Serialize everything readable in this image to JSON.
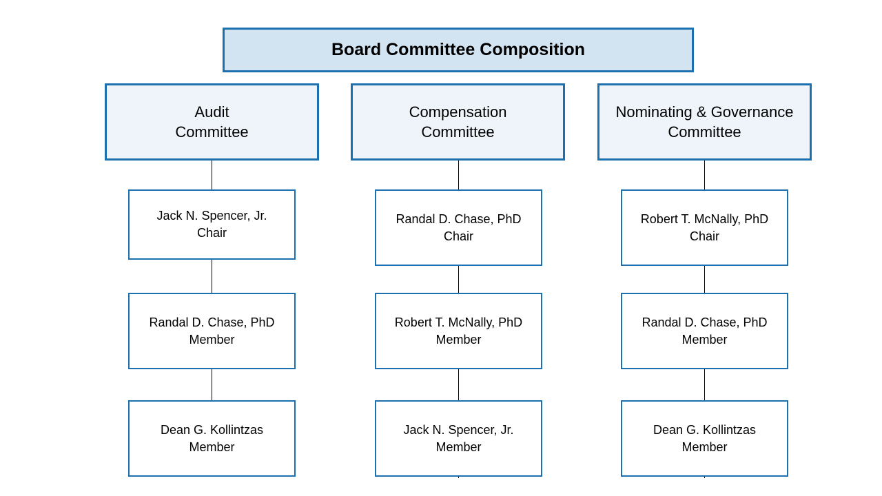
{
  "title": "Board Committee Composition",
  "committees": [
    {
      "line1": "Audit",
      "line2": "Committee",
      "members": [
        {
          "name": "Jack N. Spencer, Jr.",
          "role": "Chair"
        },
        {
          "name": "Randal D. Chase, PhD",
          "role": "Member"
        },
        {
          "name": "Dean G. Kollintzas",
          "role": "Member"
        }
      ]
    },
    {
      "line1": "Compensation",
      "line2": "Committee",
      "members": [
        {
          "name": "Randal D. Chase, PhD",
          "role": "Chair"
        },
        {
          "name": "Robert T. McNally, PhD",
          "role": "Member"
        },
        {
          "name": "Jack N. Spencer, Jr.",
          "role": "Member"
        }
      ]
    },
    {
      "line1": "Nominating & Governance",
      "line2": "Committee",
      "members": [
        {
          "name": "Robert T. McNally, PhD",
          "role": "Chair"
        },
        {
          "name": "Randal D. Chase, PhD",
          "role": "Member"
        },
        {
          "name": "Dean G. Kollintzas",
          "role": "Member"
        }
      ]
    }
  ],
  "colors": {
    "border": "#1c70b0",
    "title_fill": "#d2e3f1",
    "committee_fill": "#eef4fa",
    "connector": "#000000"
  }
}
